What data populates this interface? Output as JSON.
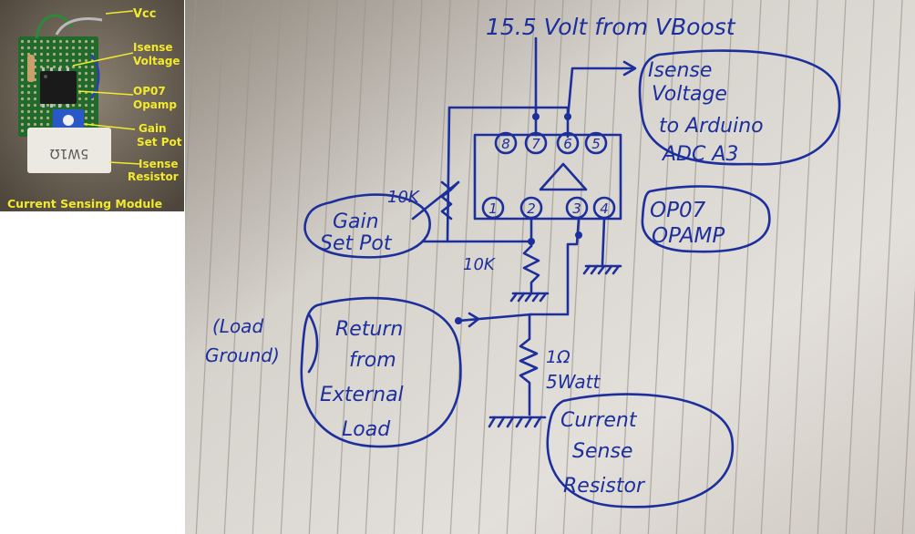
{
  "photo": {
    "labels": {
      "vcc": "Vcc",
      "isense_1": "Isense",
      "isense_2": "Voltage",
      "op07_1": "OP07",
      "op07_2": "Opamp",
      "gain_1": "Gain",
      "gain_2": "Set Pot",
      "res_1": "Isense",
      "res_2": "Resistor"
    },
    "resistor_marking": "5W1Ω",
    "caption": "Current Sensing Module"
  },
  "sketch": {
    "supply": "15.5 Volt from VBoost",
    "isense_box": [
      "Isense",
      "Voltage",
      "to Arduino",
      "ADC A3"
    ],
    "opamp_box": [
      "OP07",
      "OPAMP"
    ],
    "gain_box": [
      "Gain",
      "Set Pot"
    ],
    "pot_value": "10K",
    "resistor_value": "10K",
    "load_note": [
      "(Load",
      "Ground)"
    ],
    "return_box": [
      "Return",
      "from",
      "External",
      "Load"
    ],
    "sense_value": [
      "1Ω",
      "5Watt"
    ],
    "sense_box": [
      "Current",
      "Sense",
      "Resistor"
    ],
    "pins_top": [
      "8",
      "7",
      "6",
      "5"
    ],
    "pins_bottom": [
      "1",
      "2",
      "3",
      "4"
    ]
  }
}
